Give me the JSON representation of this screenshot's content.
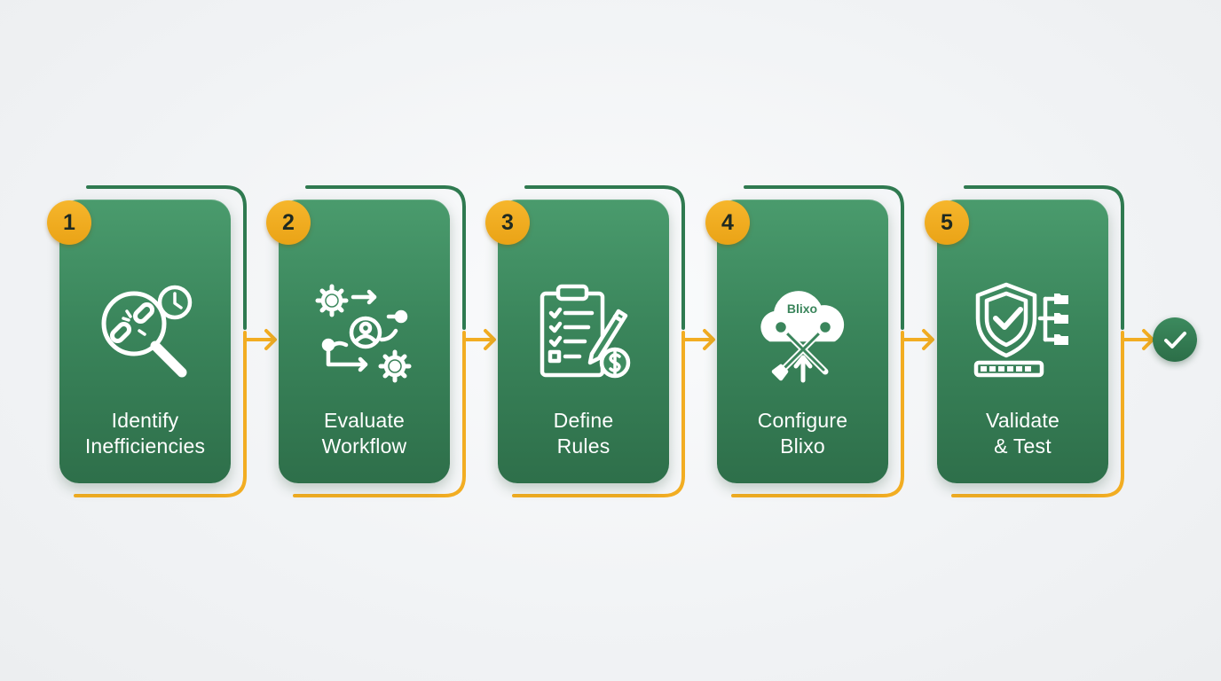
{
  "steps": [
    {
      "number": "1",
      "label_line1": "Identify",
      "label_line2": "Inefficiencies",
      "icon": "magnifier-broken-link-clock-icon"
    },
    {
      "number": "2",
      "label_line1": "Evaluate",
      "label_line2": "Workflow",
      "icon": "workflow-gears-user-icon"
    },
    {
      "number": "3",
      "label_line1": "Define",
      "label_line2": "Rules",
      "icon": "clipboard-checklist-pencil-dollar-icon"
    },
    {
      "number": "4",
      "label_line1": "Configure",
      "label_line2": "Blixo",
      "icon": "cloud-tools-upload-icon",
      "icon_text": "Blixo"
    },
    {
      "number": "5",
      "label_line1": "Validate",
      "label_line2": "& Test",
      "icon": "shield-check-progress-hierarchy-icon"
    }
  ],
  "final_icon": "checkmark-circle-icon",
  "colors": {
    "card_green": "#3a855b",
    "frame_green": "#2f7a50",
    "accent_yellow": "#f2ad22",
    "background": "#f1f3f5"
  }
}
